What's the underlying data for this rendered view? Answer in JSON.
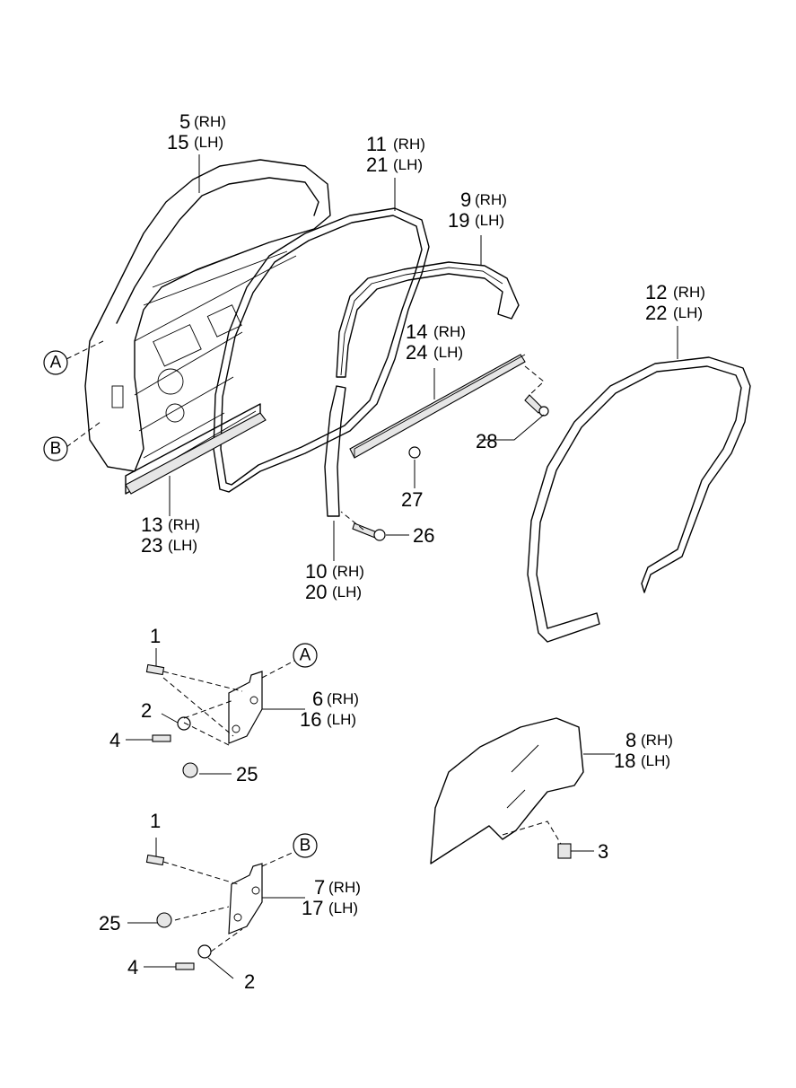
{
  "callouts": {
    "c5": {
      "num": "5",
      "side": "(RH)"
    },
    "c15": {
      "num": "15",
      "side": "(LH)"
    },
    "c11": {
      "num": "11",
      "side": "(RH)"
    },
    "c21": {
      "num": "21",
      "side": "(LH)"
    },
    "c9": {
      "num": "9",
      "side": "(RH)"
    },
    "c19": {
      "num": "19",
      "side": "(LH)"
    },
    "c12": {
      "num": "12",
      "side": "(RH)"
    },
    "c22": {
      "num": "22",
      "side": "(LH)"
    },
    "c14": {
      "num": "14",
      "side": "(RH)"
    },
    "c24": {
      "num": "24",
      "side": "(LH)"
    },
    "c13": {
      "num": "13",
      "side": "(RH)"
    },
    "c23": {
      "num": "23",
      "side": "(LH)"
    },
    "c10": {
      "num": "10",
      "side": "(RH)"
    },
    "c20": {
      "num": "20",
      "side": "(LH)"
    },
    "c6": {
      "num": "6",
      "side": "(RH)"
    },
    "c16": {
      "num": "16",
      "side": "(LH)"
    },
    "c7": {
      "num": "7",
      "side": "(RH)"
    },
    "c17": {
      "num": "17",
      "side": "(LH)"
    },
    "c8": {
      "num": "8",
      "side": "(RH)"
    },
    "c18": {
      "num": "18",
      "side": "(LH)"
    },
    "c28": {
      "num": "28"
    },
    "c27": {
      "num": "27"
    },
    "c26": {
      "num": "26"
    },
    "c1a": {
      "num": "1"
    },
    "c2a": {
      "num": "2"
    },
    "c4a": {
      "num": "4"
    },
    "c25a": {
      "num": "25"
    },
    "c1b": {
      "num": "1"
    },
    "c25b": {
      "num": "25"
    },
    "c4b": {
      "num": "4"
    },
    "c2b": {
      "num": "2"
    },
    "c3": {
      "num": "3"
    }
  },
  "markers": {
    "a_top": "A",
    "b_top": "B",
    "a_hinge": "A",
    "b_hinge": "B"
  }
}
